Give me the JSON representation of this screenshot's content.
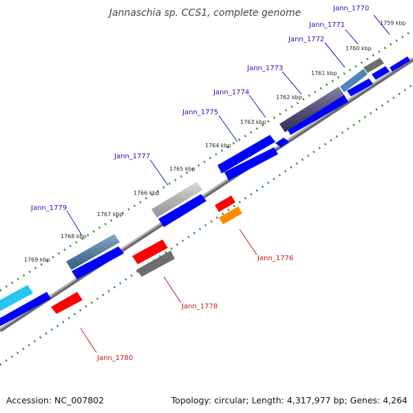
{
  "title": "Jannaschia sp. CCS1, complete genome",
  "accession": "Accession: NC_007802",
  "topology": "Topology: circular; Length: 4,317,977 bp; Genes: 4,264",
  "colors": {
    "forward_label": "#1515c8",
    "reverse_label": "#c81515",
    "cds_forward": "#0000ff",
    "cds_reverse": "#ff0000",
    "backbone": "#888888",
    "tick": "#2e8b22"
  },
  "kbp_labels": [
    "1759 kbp",
    "1760 kbp",
    "1761 kbp",
    "1762 kbp",
    "1763 kbp",
    "1764 kbp",
    "1765 kbp",
    "1766 kbp",
    "1767 kbp",
    "1768 kbp",
    "1769 kbp"
  ],
  "genes": [
    {
      "name": "Jann_1770",
      "strand": "+",
      "feature_color": "#6e6e6e"
    },
    {
      "name": "Jann_1771",
      "strand": "+",
      "feature_color": "#4a86c0"
    },
    {
      "name": "Jann_1772",
      "strand": "+",
      "feature_color": "#4a86c0"
    },
    {
      "name": "Jann_1773",
      "strand": "+",
      "feature_color": "#45407a"
    },
    {
      "name": "Jann_1774",
      "strand": "+",
      "feature_color": "#0000ff"
    },
    {
      "name": "Jann_1775",
      "strand": "+",
      "feature_color": "#0000ff"
    },
    {
      "name": "Jann_1777",
      "strand": "+",
      "feature_color": "#c8c8c8"
    },
    {
      "name": "Jann_1779",
      "strand": "+",
      "feature_color": "#4a7fb0"
    },
    {
      "name": "Jann_1776",
      "strand": "-",
      "feature_color": "#ff8c00"
    },
    {
      "name": "Jann_1778",
      "strand": "-",
      "feature_color": "#6e6e6e"
    },
    {
      "name": "Jann_1780",
      "strand": "-",
      "feature_color": "#ff0000"
    }
  ]
}
